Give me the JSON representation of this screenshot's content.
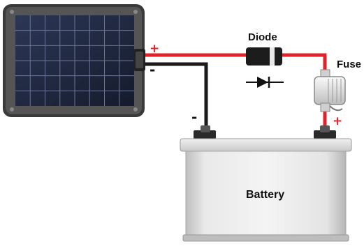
{
  "labels": {
    "diode": "Diode",
    "fuse": "Fuse",
    "battery": "Battery"
  },
  "polarity": {
    "panel_positive": "+",
    "panel_negative": "-",
    "battery_negative": "-",
    "battery_positive": "+"
  },
  "colors": {
    "positive_wire": "#e0232b",
    "negative_wire": "#1a1a1a",
    "panel_frame": "#3a3a3a",
    "panel_cells": "#222c45",
    "battery_body": "#dcdcdc",
    "fuse_body": "#e8e8e8"
  }
}
